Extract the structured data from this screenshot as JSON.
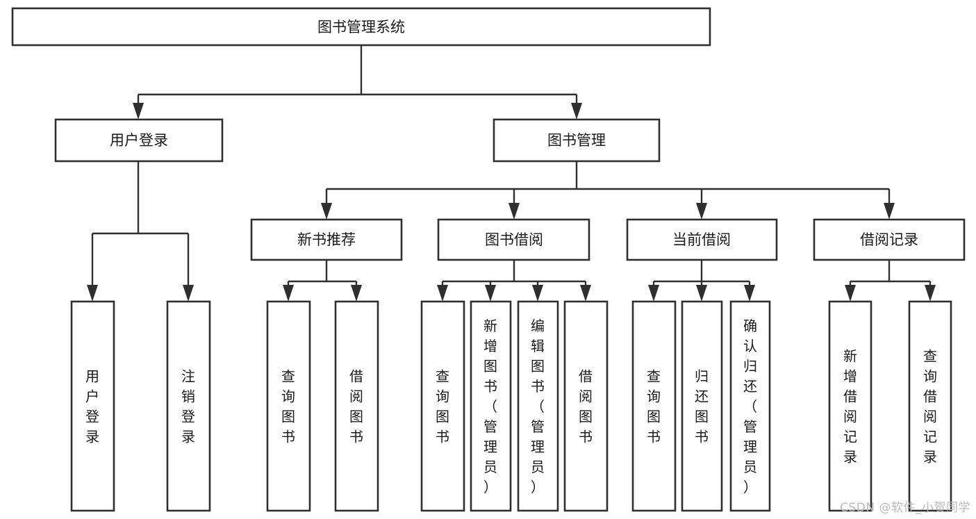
{
  "diagram": {
    "type": "tree-hierarchy-diagram",
    "title": "图书管理系统",
    "orientation": "top-down",
    "colors": {
      "box_fill": "#ffffff",
      "box_stroke": "#2f2f2f",
      "text": "#1a1a1a",
      "background": "#ffffff",
      "watermark": "#b9b9b9"
    },
    "root": {
      "id": "root",
      "label": "图书管理系统"
    },
    "level2": [
      {
        "id": "user-login",
        "label": "用户登录"
      },
      {
        "id": "book-manage",
        "label": "图书管理"
      }
    ],
    "level3": [
      {
        "id": "new-book-recommend",
        "label": "新书推荐",
        "parent": "book-manage"
      },
      {
        "id": "book-borrow",
        "label": "图书借阅",
        "parent": "book-manage"
      },
      {
        "id": "current-borrow",
        "label": "当前借阅",
        "parent": "book-manage"
      },
      {
        "id": "borrow-record",
        "label": "借阅记录",
        "parent": "book-manage"
      }
    ],
    "leaves": [
      {
        "id": "leaf-user-login",
        "label": "用户登录",
        "parent": "user-login"
      },
      {
        "id": "leaf-logout-login",
        "label": "注销登录",
        "parent": "user-login"
      },
      {
        "id": "leaf-query-book-1",
        "label": "查询图书",
        "parent": "new-book-recommend"
      },
      {
        "id": "leaf-borrow-book-1",
        "label": "借阅图书",
        "parent": "new-book-recommend"
      },
      {
        "id": "leaf-query-book-2",
        "label": "查询图书",
        "parent": "book-borrow"
      },
      {
        "id": "leaf-add-book-admin",
        "label": "新增图书（管理员）",
        "parent": "book-borrow"
      },
      {
        "id": "leaf-edit-book-admin",
        "label": "编辑图书（管理员）",
        "parent": "book-borrow"
      },
      {
        "id": "leaf-borrow-book-2",
        "label": "借阅图书",
        "parent": "book-borrow"
      },
      {
        "id": "leaf-query-book-3",
        "label": "查询图书",
        "parent": "current-borrow"
      },
      {
        "id": "leaf-return-book",
        "label": "归还图书",
        "parent": "current-borrow"
      },
      {
        "id": "leaf-confirm-return-admin",
        "label": "确认归还（管理员）",
        "parent": "current-borrow"
      },
      {
        "id": "leaf-add-borrow-record",
        "label": "新增借阅记录",
        "parent": "borrow-record"
      },
      {
        "id": "leaf-query-borrow-record",
        "label": "查询借阅记录",
        "parent": "borrow-record"
      }
    ]
  },
  "watermark": {
    "text": "CSDN @软件_小贺同学"
  }
}
